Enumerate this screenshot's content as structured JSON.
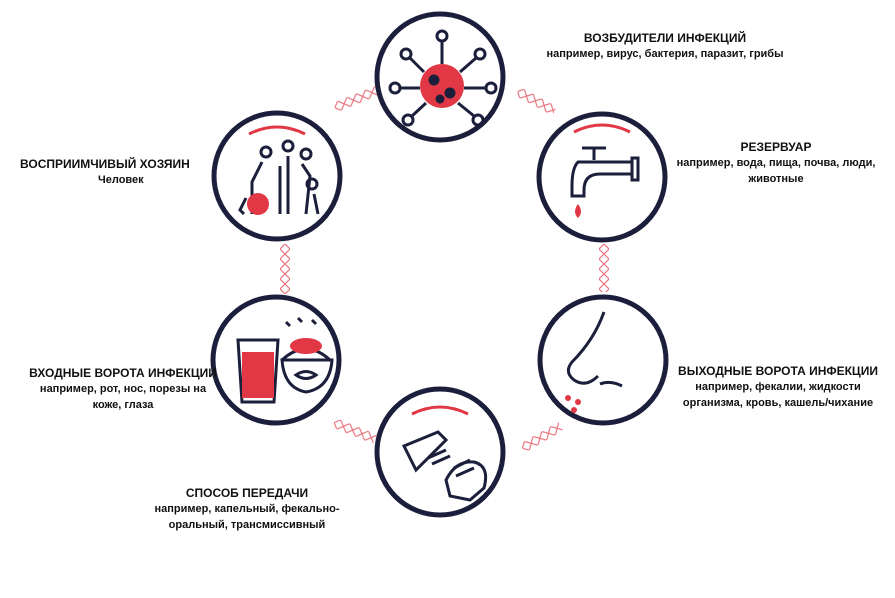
{
  "colors": {
    "ring": "#1b1f3b",
    "accent": "#e23744",
    "chain": "#e8727c"
  },
  "stages": [
    {
      "id": "agent",
      "title": "ВОЗБУДИТЕЛИ ИНФЕКЦИЙ",
      "desc": "например, вирус, бактерия, паразит, грибы",
      "icon": "virus-icon"
    },
    {
      "id": "reservoir",
      "title": "РЕЗЕРВУАР",
      "desc": "например, вода, пища, почва, люди, животные",
      "icon": "faucet-icon"
    },
    {
      "id": "exit",
      "title": "ВЫХОДНЫЕ ВОРОТА ИНФЕКЦИИ",
      "desc": "например, фекалии, жидкости организма, кровь, кашель/чихание",
      "icon": "nose-icon"
    },
    {
      "id": "transmission",
      "title": "СПОСОБ ПЕРЕДАЧИ",
      "desc": "например, капельный, фекально-оральный, трансмиссивный",
      "icon": "hands-icon"
    },
    {
      "id": "entry",
      "title": "ВХОДНЫЕ ВОРОТА ИНФЕКЦИИ",
      "desc": "например, рот, нос, порезы на коже, глаза",
      "icon": "food-icon"
    },
    {
      "id": "host",
      "title": "ВОСПРИИМЧИВЫЙ ХОЗЯИН",
      "desc": "Человек",
      "icon": "people-icon"
    }
  ]
}
